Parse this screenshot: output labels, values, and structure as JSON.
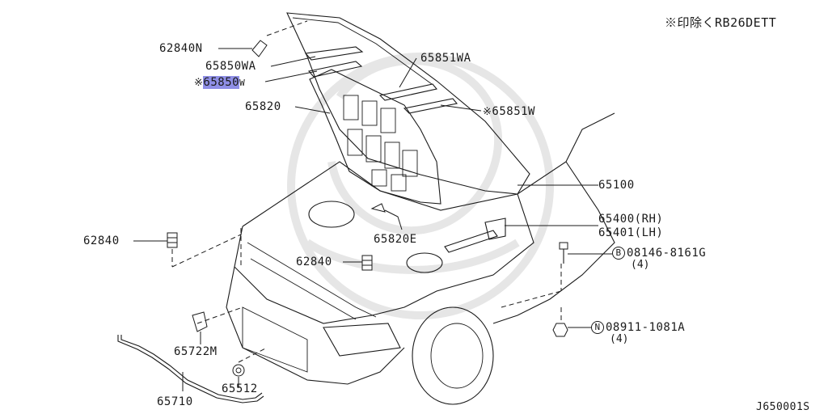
{
  "note": {
    "mark": "※",
    "text": "印除くRB26DETT"
  },
  "drawing_id": "J650001S",
  "callouts": {
    "p62840N": "62840N",
    "p65850WA": "65850WA",
    "p65850": "65850",
    "p65850_suffix": "W",
    "p65851WA": "65851WA",
    "p65820": "65820",
    "p65851W": "65851W",
    "p65100": "65100",
    "p65400": "65400(RH)",
    "p65401": "65401(LH)",
    "p65820E": "65820E",
    "p62840a": "62840",
    "p62840b": "62840",
    "p08146": "08146-8161G",
    "p08146_letter": "B",
    "p08146_qty": "(4)",
    "p08911": "08911-1081A",
    "p08911_letter": "N",
    "p08911_qty": "(4)",
    "p65722M": "65722M",
    "p65512": "65512",
    "p65710": "65710"
  },
  "mark": "※",
  "highlight_color": "#8f8fe6"
}
